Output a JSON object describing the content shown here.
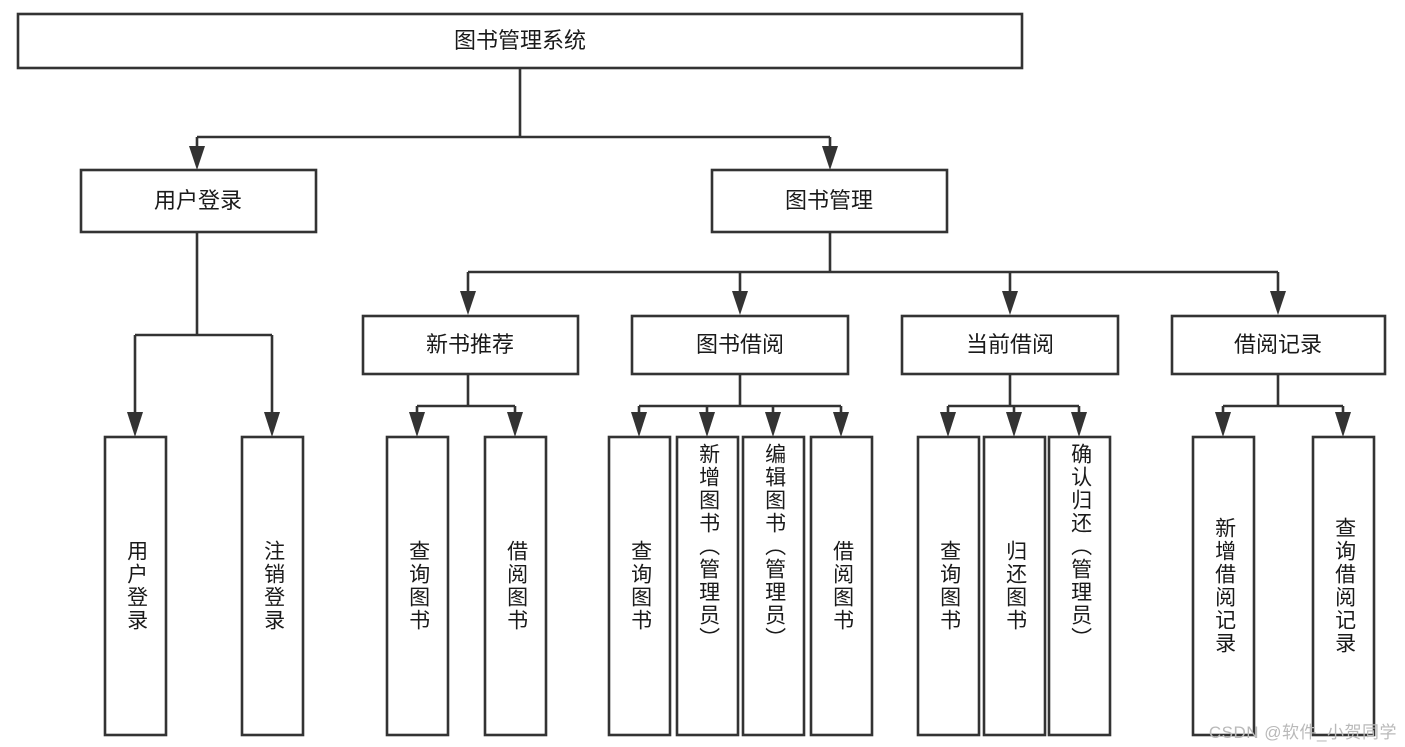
{
  "diagram": {
    "title": "图书管理系统",
    "type": "tree",
    "watermark": "CSDN @软件_小贺同学",
    "colors": {
      "stroke": "#333333",
      "fill": "#ffffff",
      "text": "#1a1a1a",
      "watermark": "#b9b9b9"
    },
    "root": {
      "id": "root",
      "label": "图书管理系统"
    },
    "level2": [
      {
        "id": "user-login",
        "label": "用户登录"
      },
      {
        "id": "book-manage",
        "label": "图书管理"
      }
    ],
    "level3": [
      {
        "id": "new-book-recommend",
        "label": "新书推荐",
        "parent": "book-manage"
      },
      {
        "id": "book-borrow",
        "label": "图书借阅",
        "parent": "book-manage"
      },
      {
        "id": "current-borrow",
        "label": "当前借阅",
        "parent": "book-manage"
      },
      {
        "id": "borrow-record",
        "label": "借阅记录",
        "parent": "book-manage"
      }
    ],
    "leaves": [
      {
        "id": "leaf-user-login",
        "label": "用户登录",
        "parent": "user-login"
      },
      {
        "id": "leaf-user-logout",
        "label": "注销登录",
        "parent": "user-login"
      },
      {
        "id": "leaf-query-book-1",
        "label": "查询图书",
        "parent": "new-book-recommend"
      },
      {
        "id": "leaf-borrow-book-1",
        "label": "借阅图书",
        "parent": "new-book-recommend"
      },
      {
        "id": "leaf-query-book-2",
        "label": "查询图书",
        "parent": "book-borrow"
      },
      {
        "id": "leaf-add-book",
        "label": "新增图书（管理员）",
        "parent": "book-borrow"
      },
      {
        "id": "leaf-edit-book",
        "label": "编辑图书（管理员）",
        "parent": "book-borrow"
      },
      {
        "id": "leaf-borrow-book-2",
        "label": "借阅图书",
        "parent": "book-borrow"
      },
      {
        "id": "leaf-query-book-3",
        "label": "查询图书",
        "parent": "current-borrow"
      },
      {
        "id": "leaf-return-book",
        "label": "归还图书",
        "parent": "current-borrow"
      },
      {
        "id": "leaf-confirm-return",
        "label": "确认归还（管理员）",
        "parent": "current-borrow"
      },
      {
        "id": "leaf-add-record",
        "label": "新增借阅记录",
        "parent": "borrow-record"
      },
      {
        "id": "leaf-query-record",
        "label": "查询借阅记录",
        "parent": "borrow-record"
      }
    ]
  }
}
